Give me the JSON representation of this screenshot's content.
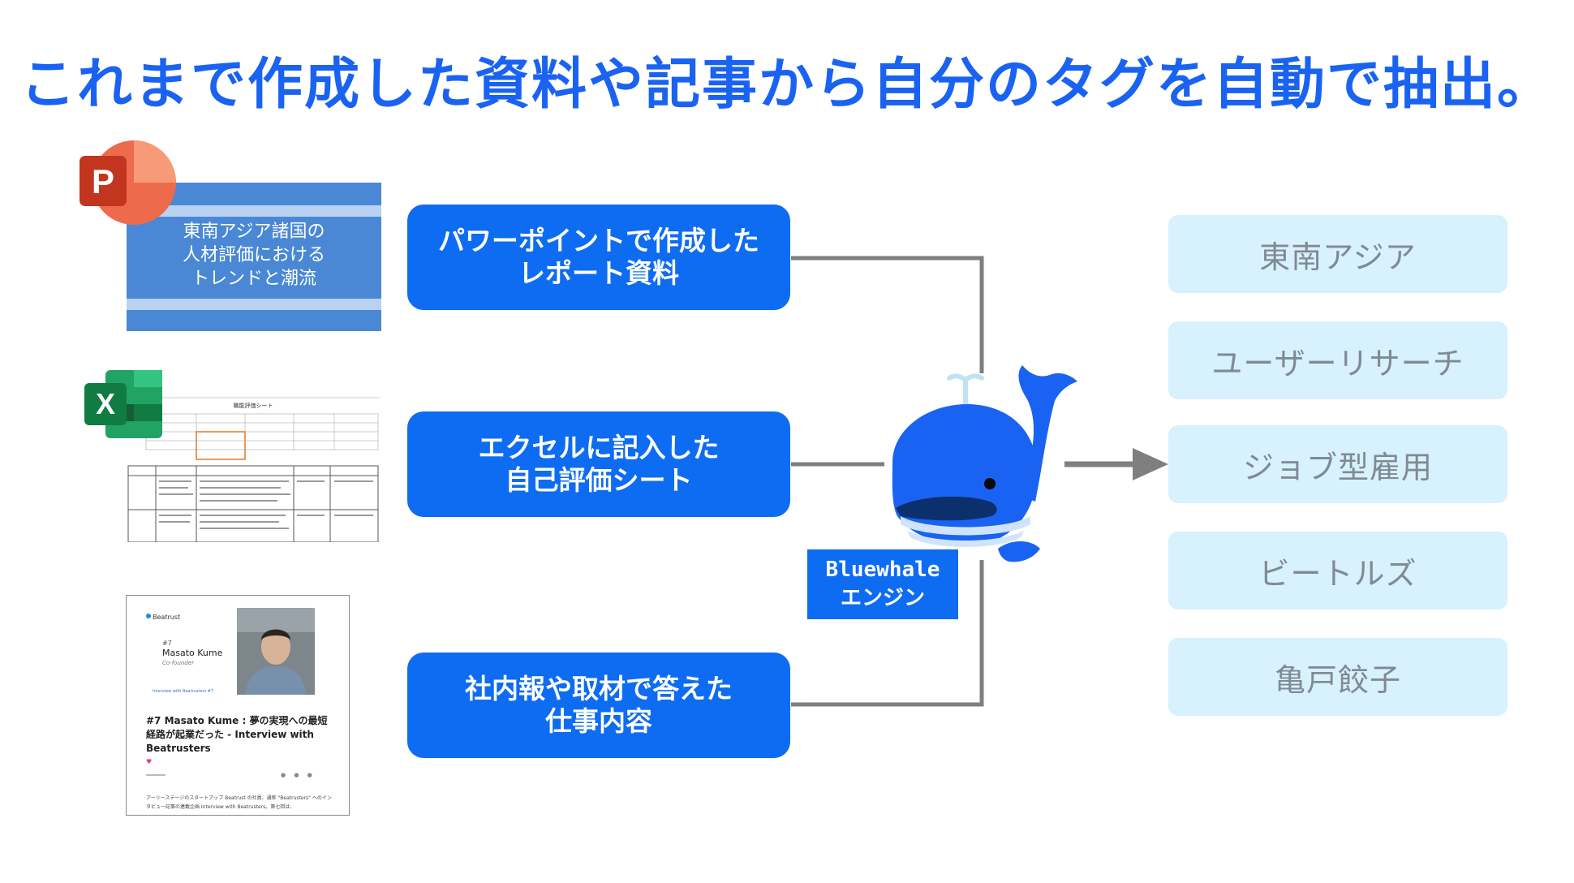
{
  "title": "これまで作成した資料や記事から自分のタグを自動で抽出。",
  "sources": [
    {
      "line1": "パワーポイントで作成した",
      "line2": "レポート資料"
    },
    {
      "line1": "エクセルに記入した",
      "line2": "自己評価シート"
    },
    {
      "line1": "社内報や取材で答えた",
      "line2": "仕事内容"
    }
  ],
  "engine": {
    "line1": "Bluewhale",
    "line2": "エンジン"
  },
  "tags": [
    "東南アジア",
    "ユーザーリサーチ",
    "ジョブ型雇用",
    "ビートルズ",
    "亀戸餃子"
  ],
  "ppt": {
    "icon_letter": "P",
    "line1": "東南アジア諸国の",
    "line2": "人材評価における",
    "line3": "トレンドと潮流"
  },
  "excel": {
    "icon_letter": "X",
    "sheet_title": "職能評価シート"
  },
  "article": {
    "brand": "Beatrust",
    "number": "#7",
    "name": "Masato Kume",
    "role": "Co-founder",
    "series": "Interview with Beatrusters #7",
    "headline": "#7 Masato Kume : 夢の実現への最短経路が起業だった - Interview with Beatrusters",
    "body": "アーリーステージのスタートアップ Beatrust の社員、通称 \"Beatrusters\" へのインタビュー記事の連載企画 Interview with Beatrusters。第七回は、"
  },
  "colors": {
    "accent": "#0d6cf2",
    "title": "#1a63f2",
    "tag_bg": "#d7f1fd",
    "tag_text": "#808a92",
    "connector": "#7f7f7f",
    "whale": "#1a63f2"
  }
}
